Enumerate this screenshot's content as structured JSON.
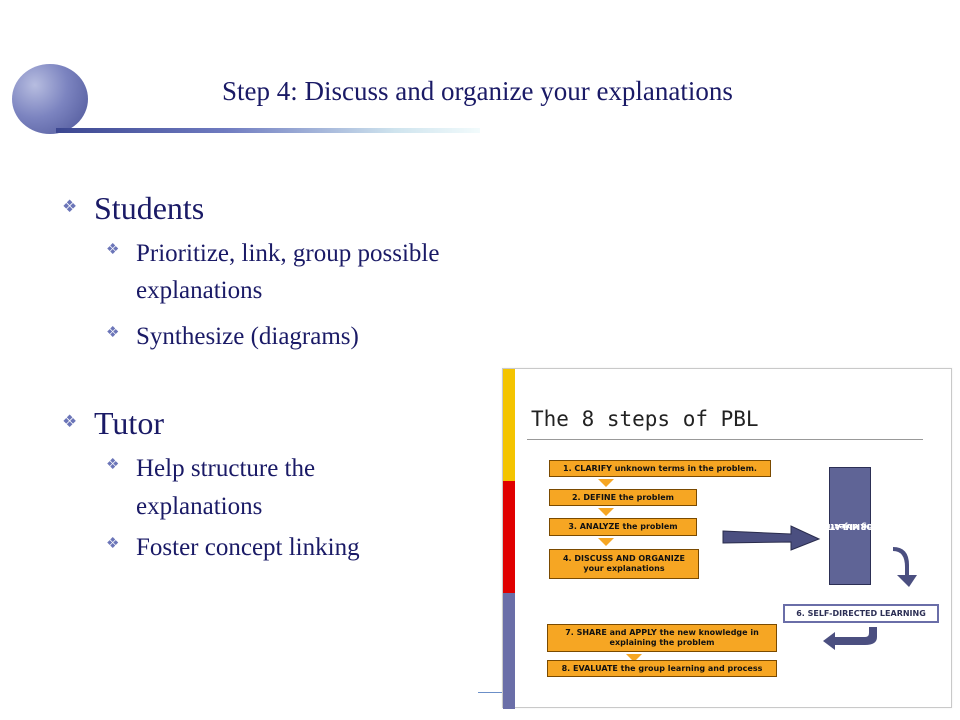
{
  "slide": {
    "title": "Step 4: Discuss and organize your explanations",
    "sections": [
      {
        "heading": "Students",
        "items": [
          "Prioritize, link, group possible explanations",
          "Synthesize (diagrams)"
        ]
      },
      {
        "heading": "Tutor",
        "items": [
          "Help structure the explanations",
          "Foster concept linking"
        ]
      }
    ]
  },
  "diagram": {
    "title": "The 8 steps of PBL",
    "steps": {
      "s1": "1. CLARIFY unknown terms in the problem.",
      "s2": "2. DEFINE  the problem",
      "s3": "3. ANALYZE the problem",
      "s4a": "4. DISCUSS AND ORGANIZE",
      "s4b": "your explanations",
      "s5a": "5. FORMULATE your",
      "s5b": "learning objectives",
      "s6": "6. SELF-DIRECTED LEARNING",
      "s7a": "7. SHARE and APPLY the new knowledge in",
      "s7b": "explaining the problem",
      "s8": "8. EVALUATE the group learning and process"
    },
    "colors": {
      "step_fill": "#f6a623",
      "stripe_yellow": "#f4c400",
      "stripe_red": "#e00000",
      "stripe_blue": "#6a6ea8"
    }
  },
  "icons": {
    "bullet": "four-diamond-bullet-icon"
  }
}
